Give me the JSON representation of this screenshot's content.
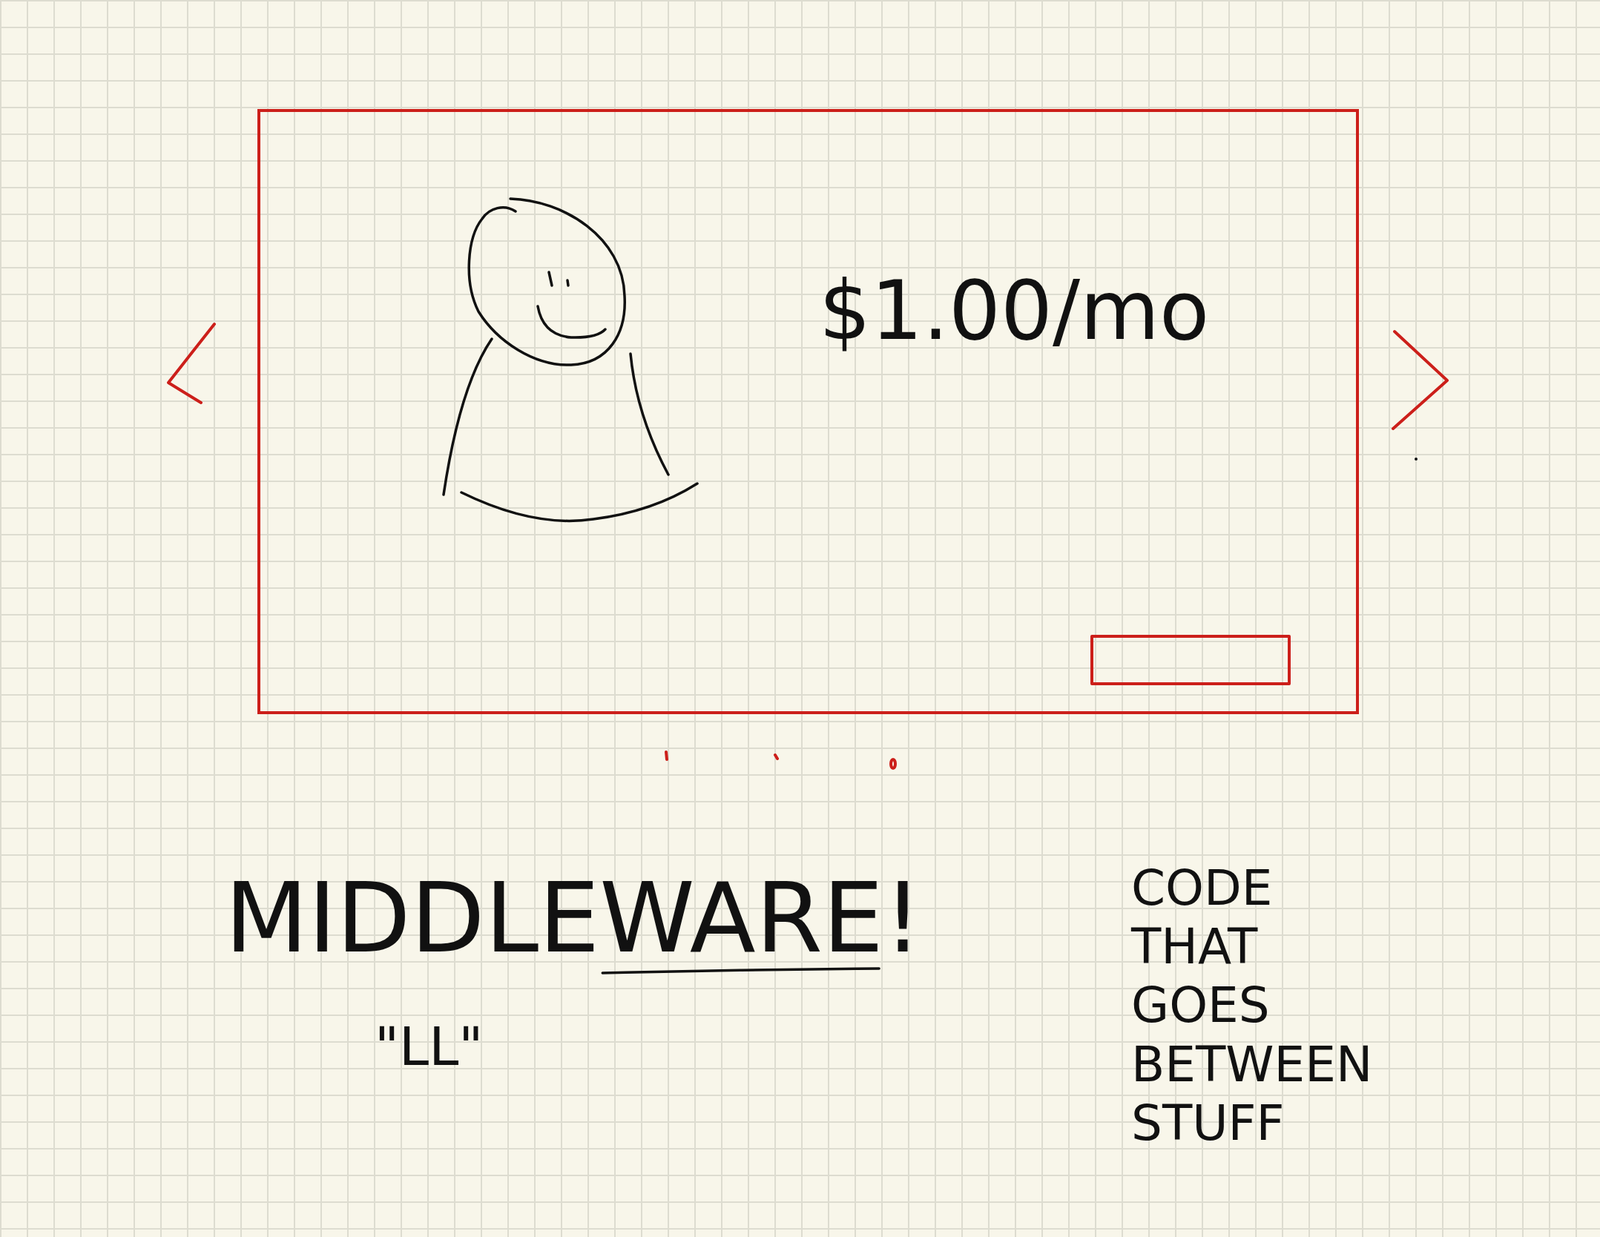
{
  "diagram": {
    "nodes": [
      {
        "text": [
          "$1.00/mo"
        ]
      }
    ],
    "labels": [
      "MIDDLEWARE!",
      "\"LL\"",
      "CODE THAT GOES BETWEEN STUFF"
    ]
  }
}
